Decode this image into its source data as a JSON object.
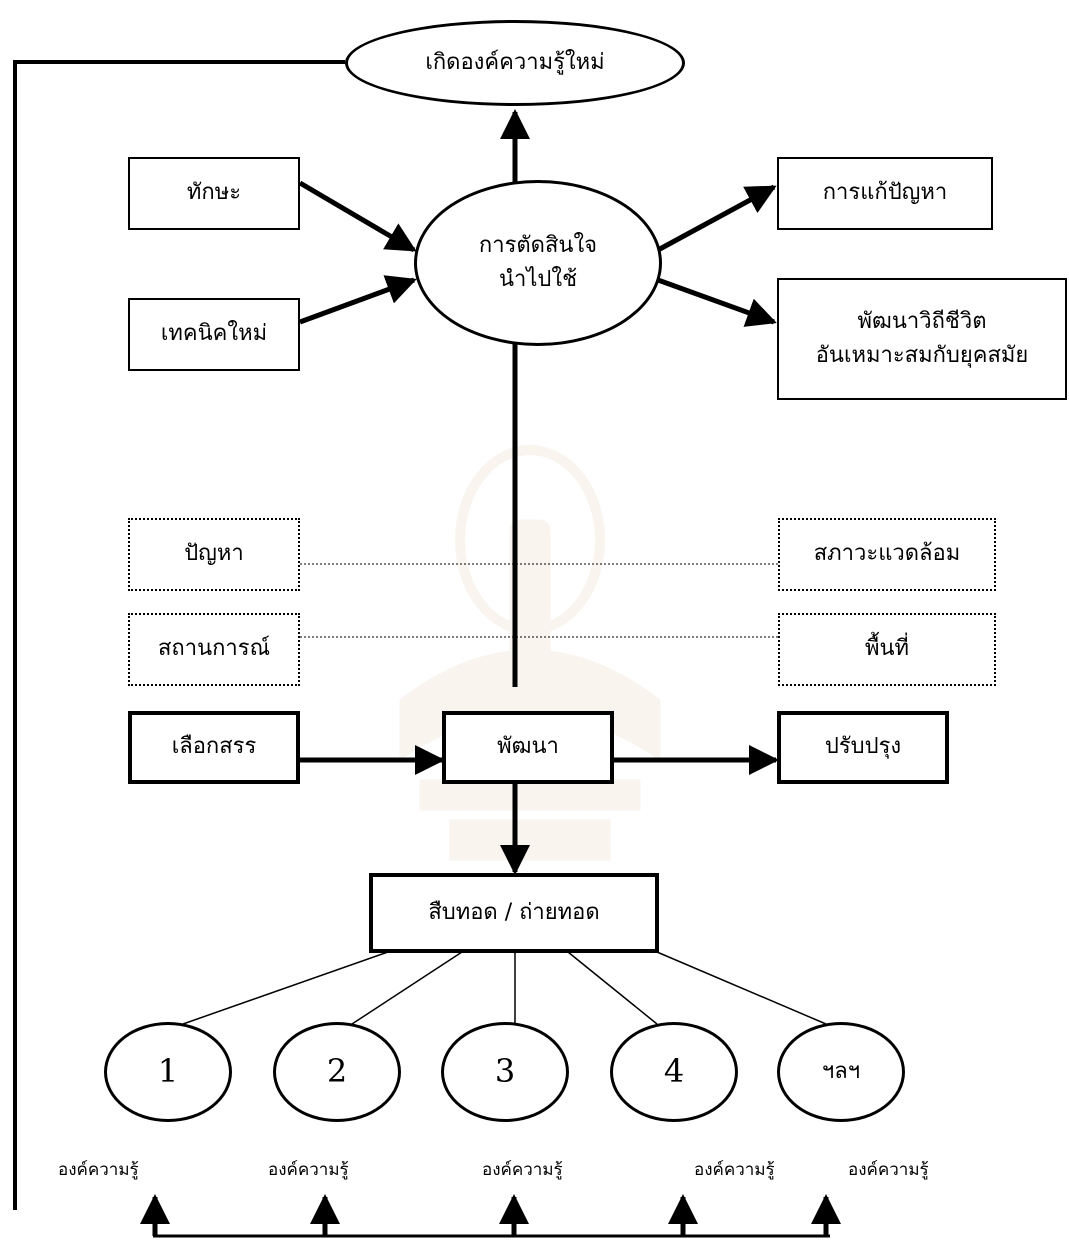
{
  "nodes": {
    "new_knowledge": "เกิดองค์ความรู้ใหม่",
    "skill": "ทักษะ",
    "new_technique": "เทคนิคใหม่",
    "decision_line1": "การตัดสินใจ",
    "decision_line2": "นำไปใช้",
    "problem_solving": "การแก้ปัญหา",
    "lifestyle_line1": "พัฒนาวิถีชีวิต",
    "lifestyle_line2": "อันเหมาะสมกับยุคสมัย",
    "problem": "ปัญหา",
    "environment": "สภาวะแวดล้อม",
    "situation": "สถานการณ์",
    "area": "พื้นที่",
    "select": "เลือกสรร",
    "develop": "พัฒนา",
    "improve": "ปรับปรุง",
    "inherit": "สืบทอด / ถ่ายทอด"
  },
  "circles": [
    "1",
    "2",
    "3",
    "4",
    "ฯลฯ"
  ],
  "knowledge_labels": [
    "องค์ความรู้",
    "องค์ความรู้",
    "องค์ความรู้",
    "องค์ความรู้",
    "องค์ความรู้"
  ]
}
